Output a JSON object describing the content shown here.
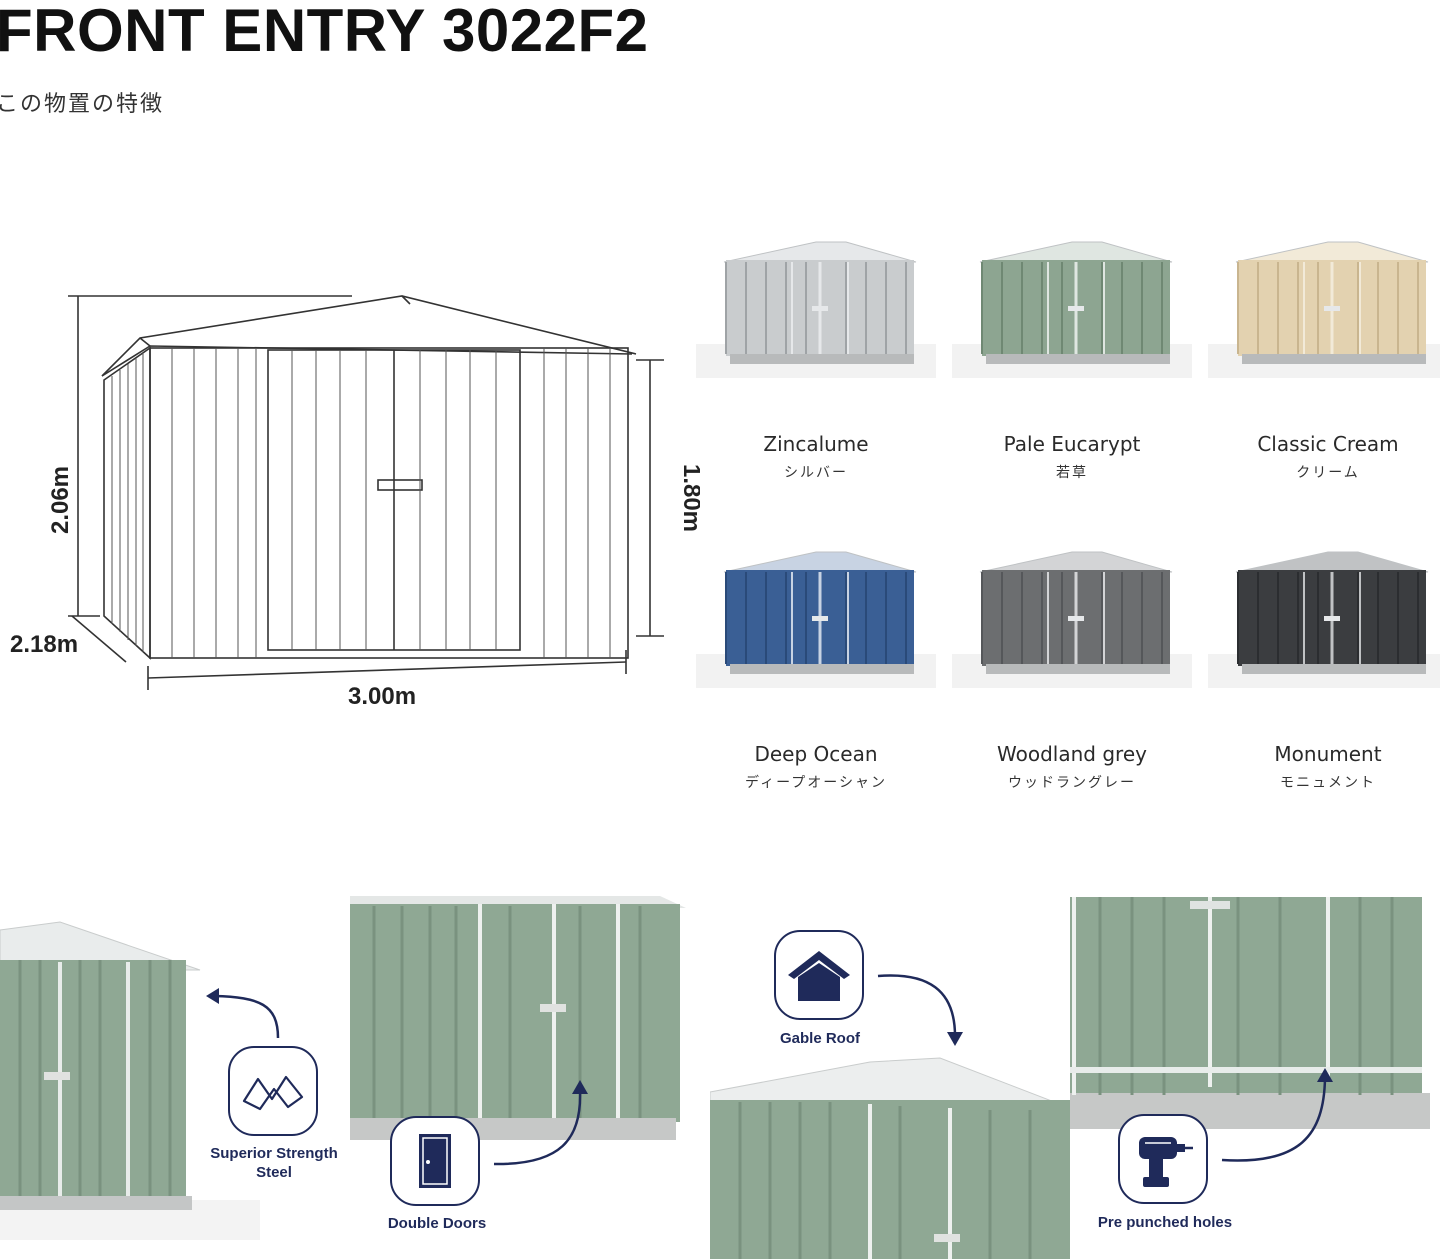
{
  "page": {
    "title": "FRONT ENTRY 3022F2",
    "subtitle": "この物置の特徴"
  },
  "diagram": {
    "height_total": "2.06m",
    "height_wall": "1.80m",
    "depth": "2.18m",
    "width": "3.00m"
  },
  "colors": [
    {
      "en": "Zincalume",
      "jp": "シルバー",
      "fill": "#c9ccce",
      "line": "#9fa3a6",
      "frame": "#e6e8ea"
    },
    {
      "en": "Pale Eucarypt",
      "jp": "若草",
      "fill": "#8da591",
      "line": "#6f8873",
      "frame": "#dfe6e1"
    },
    {
      "en": "Classic Cream",
      "jp": "クリーム",
      "fill": "#e3d2b0",
      "line": "#c9b58f",
      "frame": "#f2ead8"
    },
    {
      "en": "Deep Ocean",
      "jp": "ディープオーシャン",
      "fill": "#3a5f95",
      "line": "#2a4a79",
      "frame": "#c8d3e3"
    },
    {
      "en": "Woodland grey",
      "jp": "ウッドラングレー",
      "fill": "#6c6e70",
      "line": "#55575a",
      "frame": "#d3d4d6"
    },
    {
      "en": "Monument",
      "jp": "モニュメント",
      "fill": "#3b3d40",
      "line": "#2b2d30",
      "frame": "#c0c2c4"
    }
  ],
  "features": {
    "steel": "Superior Strength Steel",
    "doors": "Double Doors",
    "roof": "Gable Roof",
    "holes": "Pre punched holes"
  },
  "accent": "#1f2a5a",
  "shed_green": "#8fa894"
}
